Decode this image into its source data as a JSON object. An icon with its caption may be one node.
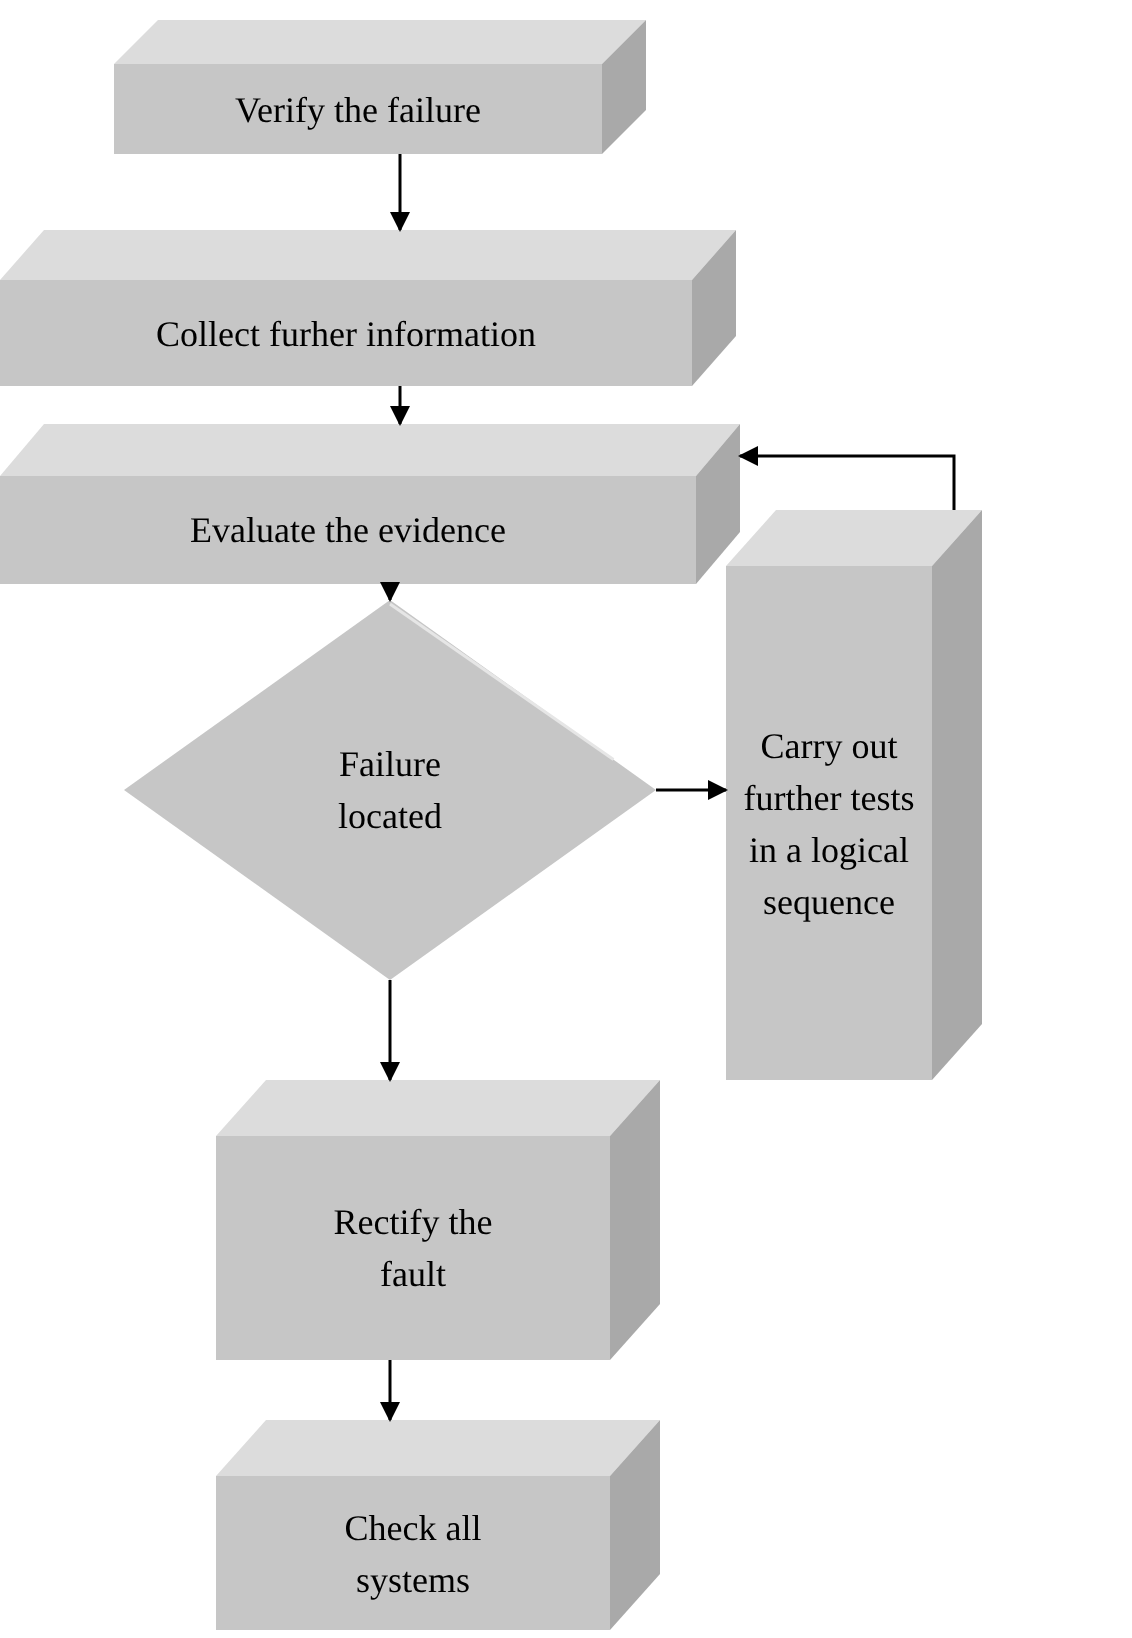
{
  "diagram": {
    "nodes": [
      {
        "text": [
          "Verify the failure"
        ]
      },
      {
        "text": [
          "Collect furher information"
        ]
      },
      {
        "text": [
          "Evaluate the evidence"
        ]
      },
      {
        "text": [
          "Failure located"
        ]
      },
      {
        "text": [
          "Carry out further tests in a logical sequence"
        ]
      },
      {
        "text": [
          "Rectify the fault"
        ]
      },
      {
        "text": [
          "Check all systems"
        ]
      }
    ],
    "edges": [
      {
        "from": 0,
        "to": 1,
        "arrow": "to"
      },
      {
        "from": 1,
        "to": 2,
        "arrow": "to"
      },
      {
        "from": 2,
        "to": 3,
        "arrow": "to"
      },
      {
        "from": 3,
        "to": 4,
        "arrow": "to"
      },
      {
        "from": 4,
        "to": 2,
        "arrow": "to"
      },
      {
        "from": 3,
        "to": 5,
        "arrow": "to"
      },
      {
        "from": 5,
        "to": 6,
        "arrow": "to"
      }
    ]
  }
}
